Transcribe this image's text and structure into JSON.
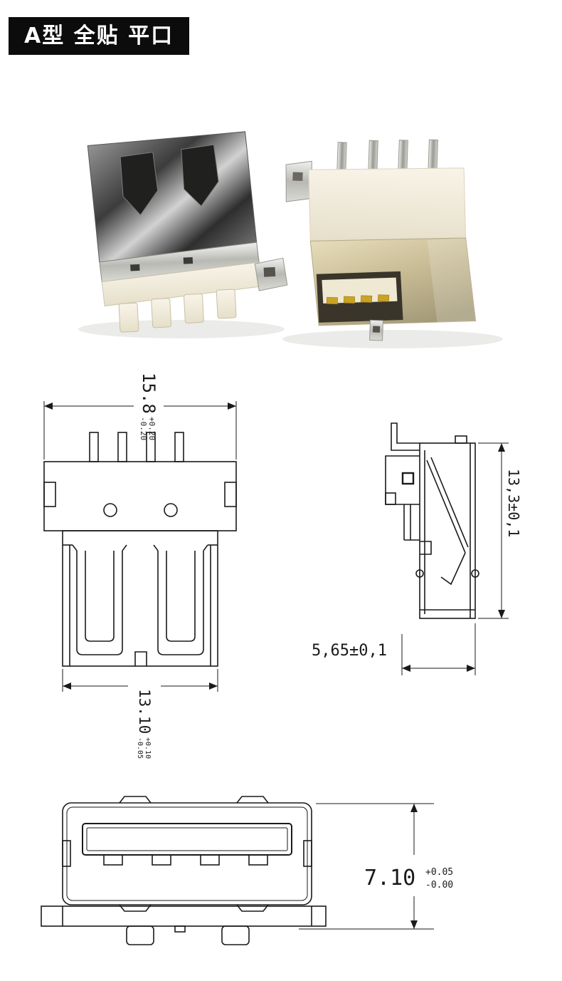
{
  "title": "A型 全贴 平口",
  "photos": {
    "left_alt": "usb-a-receptacle-photo-top-view",
    "right_alt": "usb-a-receptacle-photo-bottom-view"
  },
  "drawings": {
    "front_view": {
      "width_top": "15.8",
      "width_top_tol_upper": "+0.20",
      "width_top_tol_lower": "-0.20",
      "width_bottom": "13.10",
      "width_bottom_tol_upper": "+0.10",
      "width_bottom_tol_lower": "-0.05"
    },
    "side_view": {
      "height": "13,3±0,1",
      "depth": "5,65±0,1"
    },
    "face_view": {
      "height": "7.10",
      "height_tol_upper": "+0.05",
      "height_tol_lower": "-0.00"
    }
  },
  "colors": {
    "title_bg": "#0c0c0c",
    "title_fg": "#ffffff",
    "line": "#1a1a1a",
    "gold_contact": "#c9a227"
  }
}
